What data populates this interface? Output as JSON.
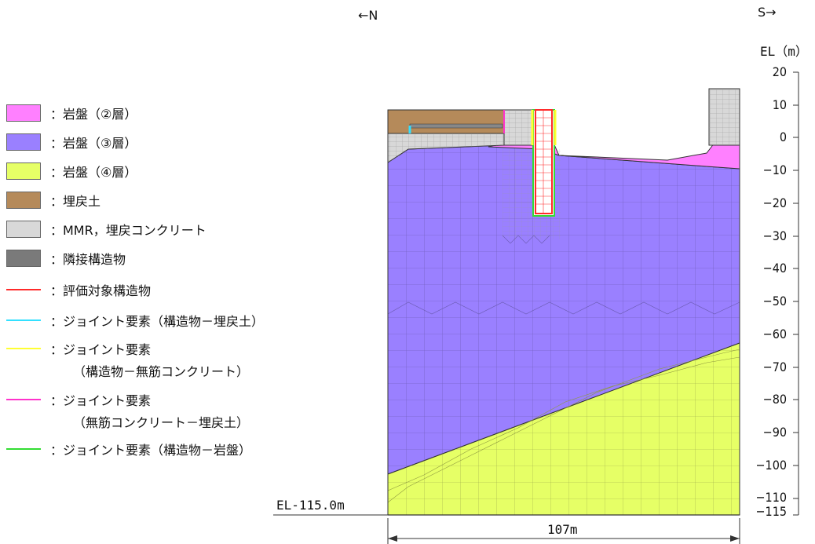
{
  "directions": {
    "north": "←N",
    "south": "S→"
  },
  "axis": {
    "unit_label": "EL（m）",
    "ticks": [
      "20",
      "10",
      "0",
      "−10",
      "−20",
      "−30",
      "−40",
      "−50",
      "−60",
      "−70",
      "−80",
      "−90",
      "−100",
      "−110",
      "−115"
    ]
  },
  "bottom_label": "EL-115.0m",
  "width_label": "107m",
  "legend": [
    {
      "kind": "fill",
      "color": "#ff80ff",
      "label": "：岩盤（②層）"
    },
    {
      "kind": "fill",
      "color": "#9a80ff",
      "label": "：岩盤（③層）"
    },
    {
      "kind": "fill",
      "color": "#e6ff66",
      "label": "：岩盤（④層）"
    },
    {
      "kind": "fill",
      "color": "#b58a5a",
      "label": "：埋戻土"
    },
    {
      "kind": "fill",
      "color": "#d8d8d8",
      "label": "：MMR，埋戻コンクリート"
    },
    {
      "kind": "fill",
      "color": "#7a7a7a",
      "label": "：隣接構造物"
    },
    {
      "kind": "line",
      "color": "#ff2a2a",
      "label": "：評価対象構造物"
    },
    {
      "kind": "line",
      "color": "#33e0ff",
      "label": "：ジョイント要素（構造物－埋戻土）"
    },
    {
      "kind": "line",
      "color": "#ffff33",
      "label": "：ジョイント要素",
      "sub": "（構造物－無筋コンクリート）"
    },
    {
      "kind": "line",
      "color": "#ff33cc",
      "label": "：ジョイント要素",
      "sub": "（無筋コンクリート－埋戻土）"
    },
    {
      "kind": "line",
      "color": "#33dd33",
      "label": "：ジョイント要素（構造物－岩盤）"
    }
  ],
  "colors": {
    "layer2": "#ff80ff",
    "layer3": "#9a80ff",
    "layer4": "#e6ff66",
    "backfill": "#b58a5a",
    "concrete": "#d8d8d8",
    "structure": "#ff2a2a"
  }
}
